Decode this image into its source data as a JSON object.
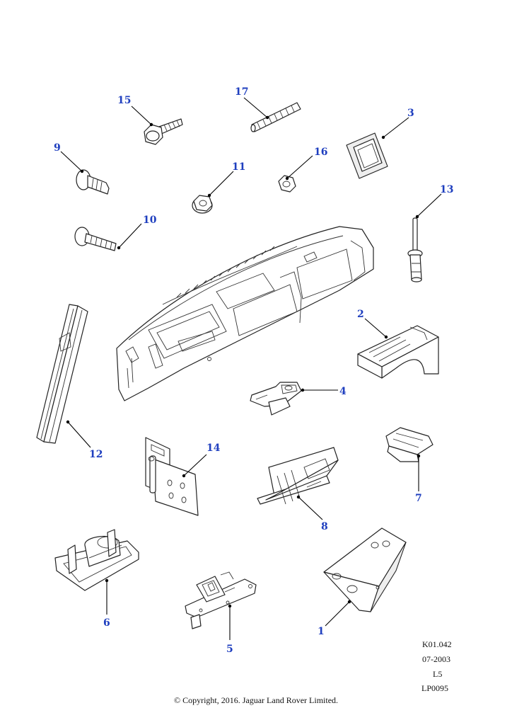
{
  "callouts": {
    "c1": "1",
    "c2": "2",
    "c3": "3",
    "c4": "4",
    "c5": "5",
    "c6": "6",
    "c7": "7",
    "c8": "8",
    "c9": "9",
    "c10": "10",
    "c11": "11",
    "c12": "12",
    "c13": "13",
    "c14": "14",
    "c15": "15",
    "c16": "16",
    "c17": "17"
  },
  "footer": {
    "ref_code": "K01.042",
    "date": "07-2003",
    "level": "L5",
    "plate": "LP0095",
    "copyright": "© Copyright, 2016. Jaguar Land Rover Limited."
  },
  "colors": {
    "callout": "#1f3fbf",
    "line": "#222222"
  }
}
